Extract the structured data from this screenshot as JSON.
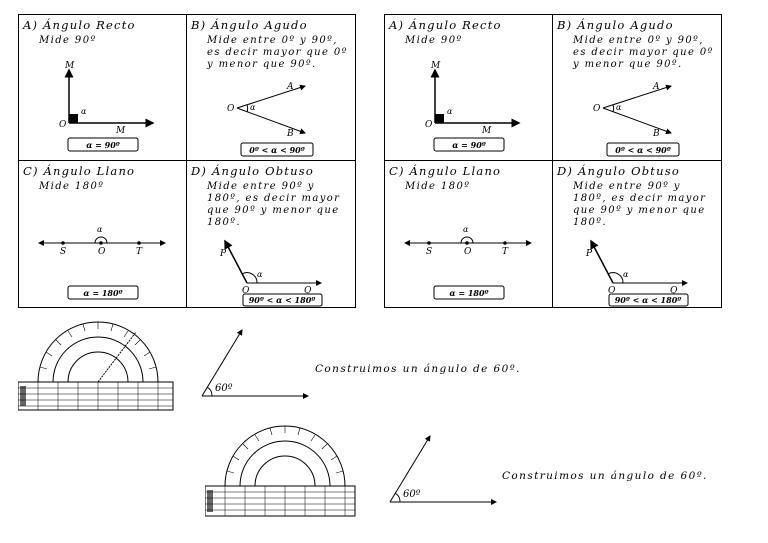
{
  "panels": [
    {
      "a": {
        "title": "A) Ángulo Recto",
        "desc": "Mide 90º",
        "box": "α = 90º",
        "labels": {
          "m_top": "M",
          "o": "O",
          "m_right": "M",
          "alpha": "α"
        }
      },
      "b": {
        "title": "B) Ángulo Agudo",
        "desc": "Mide entre 0º y 90º, es decir mayor que 0º y menor que 90º.",
        "box": "0º < α < 90º",
        "labels": {
          "o": "O",
          "a": "A",
          "b": "B",
          "alpha": "α"
        }
      },
      "c": {
        "title": "C) Ángulo Llano",
        "desc": "Mide 180º",
        "box": "α = 180º",
        "labels": {
          "s": "S",
          "o": "O",
          "t": "T",
          "alpha": "α"
        }
      },
      "d": {
        "title": "D) Ángulo Obtuso",
        "desc": "Mide entre 90º y 180º, es decir mayor que 90º y menor que 180º.",
        "box": "90º < α < 180º",
        "labels": {
          "p": "P",
          "o": "O",
          "q": "Q",
          "alpha": "α"
        }
      }
    },
    {
      "a": {
        "title": "A) Ángulo Recto",
        "desc": "Mide 90º",
        "box": "α = 90º",
        "labels": {
          "m_top": "M",
          "o": "O",
          "m_right": "M",
          "alpha": "α"
        }
      },
      "b": {
        "title": "B) Ángulo Agudo",
        "desc": "Mide entre 0º y 90º, es decir mayor que 0º y menor que 90º.",
        "box": "0º < α < 90º",
        "labels": {
          "o": "O",
          "a": "A",
          "b": "B",
          "alpha": "α"
        }
      },
      "c": {
        "title": "C) Ángulo Llano",
        "desc": "Mide 180º",
        "box": "α = 180º",
        "labels": {
          "s": "S",
          "o": "O",
          "t": "T",
          "alpha": "α"
        }
      },
      "d": {
        "title": "D) Ángulo Obtuso",
        "desc": "Mide entre 90º y 180º, es decir mayor que 90º y menor que 180º.",
        "box": "90º < α < 180º",
        "labels": {
          "p": "P",
          "o": "O",
          "q": "Q",
          "alpha": "α"
        }
      }
    }
  ],
  "constructions": [
    {
      "angle_label": "60º",
      "caption": "Construimos un ángulo de 60º."
    },
    {
      "angle_label": "60º",
      "caption": "Construimos un ángulo de 60º."
    }
  ]
}
